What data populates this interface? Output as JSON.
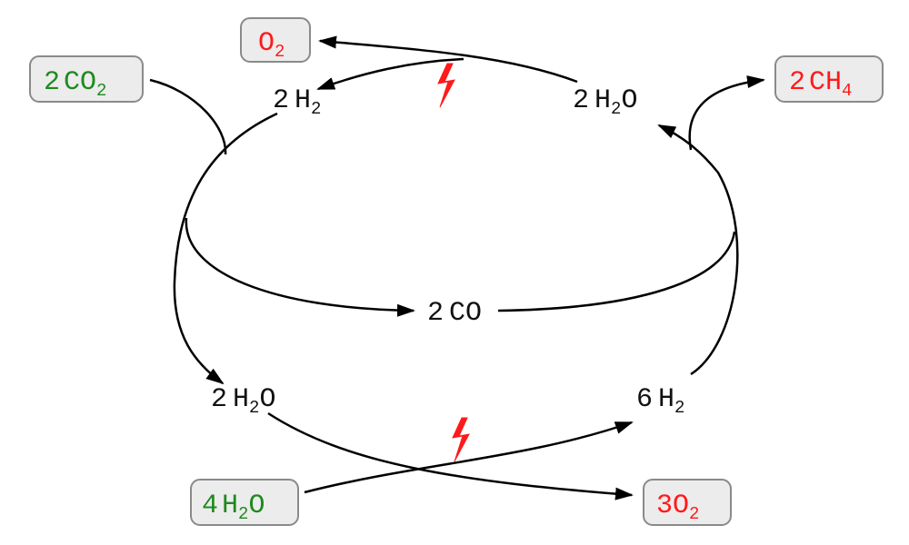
{
  "colors": {
    "reactant": "#1f8a1f",
    "product": "#ff1a1a",
    "arrow": "#000000",
    "box_fill": "#ececec",
    "box_stroke": "#8a8a8a",
    "lightning": "#ff1a1a"
  },
  "icons": [
    "lightning-icon",
    "lightning-icon"
  ],
  "boxes": {
    "co2": {
      "coef": "2",
      "formula": "CO",
      "sub": "2"
    },
    "o2_top": {
      "coef": "",
      "formula": "O",
      "sub": "2"
    },
    "ch4": {
      "coef": "2",
      "formula": "CH",
      "sub": "4"
    },
    "h2o_in": {
      "coef": "4",
      "formula": "H",
      "sub": "2",
      "tail": "O"
    },
    "o2_bottom": {
      "coef": "3",
      "formula": "O",
      "sub": "2"
    }
  },
  "nodes": {
    "h2_top": {
      "coef": "2",
      "formula": "H",
      "sub": "2"
    },
    "h2o_top": {
      "coef": "2",
      "formula": "H",
      "sub": "2",
      "tail": "O"
    },
    "co_mid": {
      "coef": "2",
      "formula": "CO"
    },
    "h2o_bottom": {
      "coef": "2",
      "formula": "H",
      "sub": "2",
      "tail": "O"
    },
    "h2_bottom": {
      "coef": "6",
      "formula": "H",
      "sub": "2"
    }
  }
}
